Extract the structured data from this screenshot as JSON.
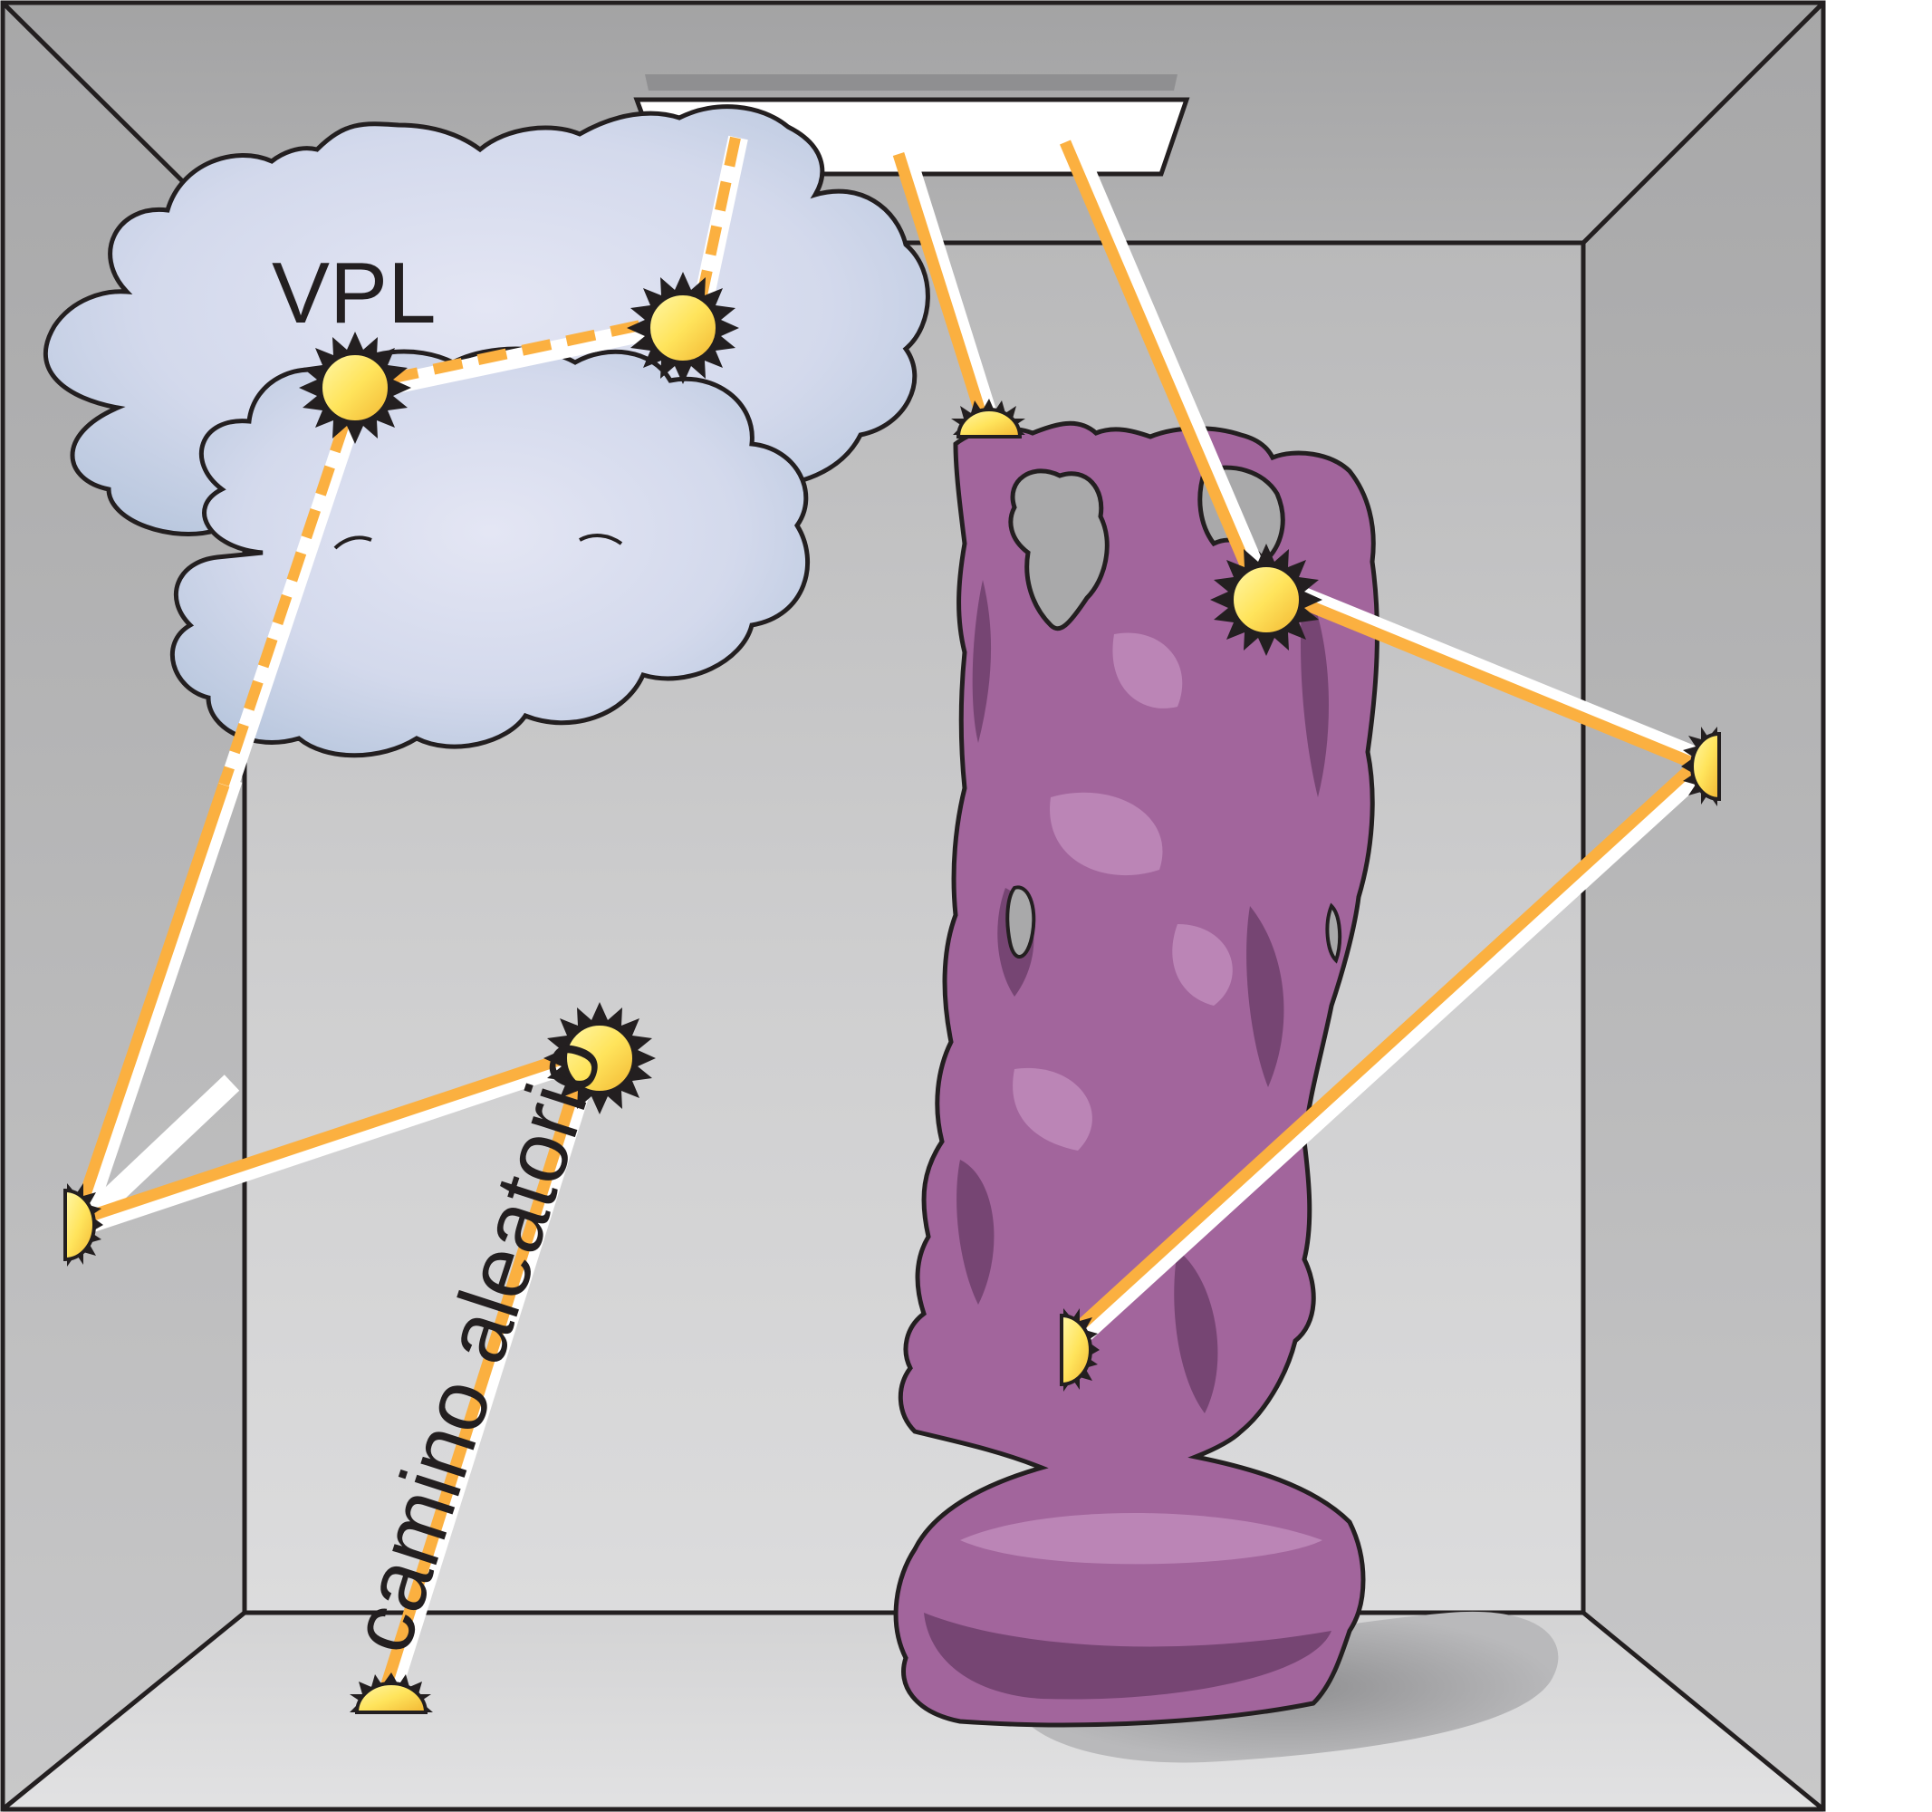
{
  "labels": {
    "vpl": "VPL",
    "random_walk": "camino aleatorio"
  },
  "colors": {
    "wall_outer": "#a9a9aa",
    "wall_inner": "#d8d8d9",
    "edge_lines": "#231f20",
    "light_panel": "#ffffff",
    "ray_orange": "#fbb040",
    "ray_highlight": "#ffffff",
    "vpl_fill": "#ffe45c",
    "cloud_fill": "#d5dcee",
    "statue_purple": "#a2659c",
    "statue_dark": "#6f3f6c"
  },
  "icons": {
    "vpl_point": "sun-icon",
    "surface_hit": "half-sun-icon",
    "area_light": "ceiling-light-panel",
    "statue": "buddha-statue"
  }
}
